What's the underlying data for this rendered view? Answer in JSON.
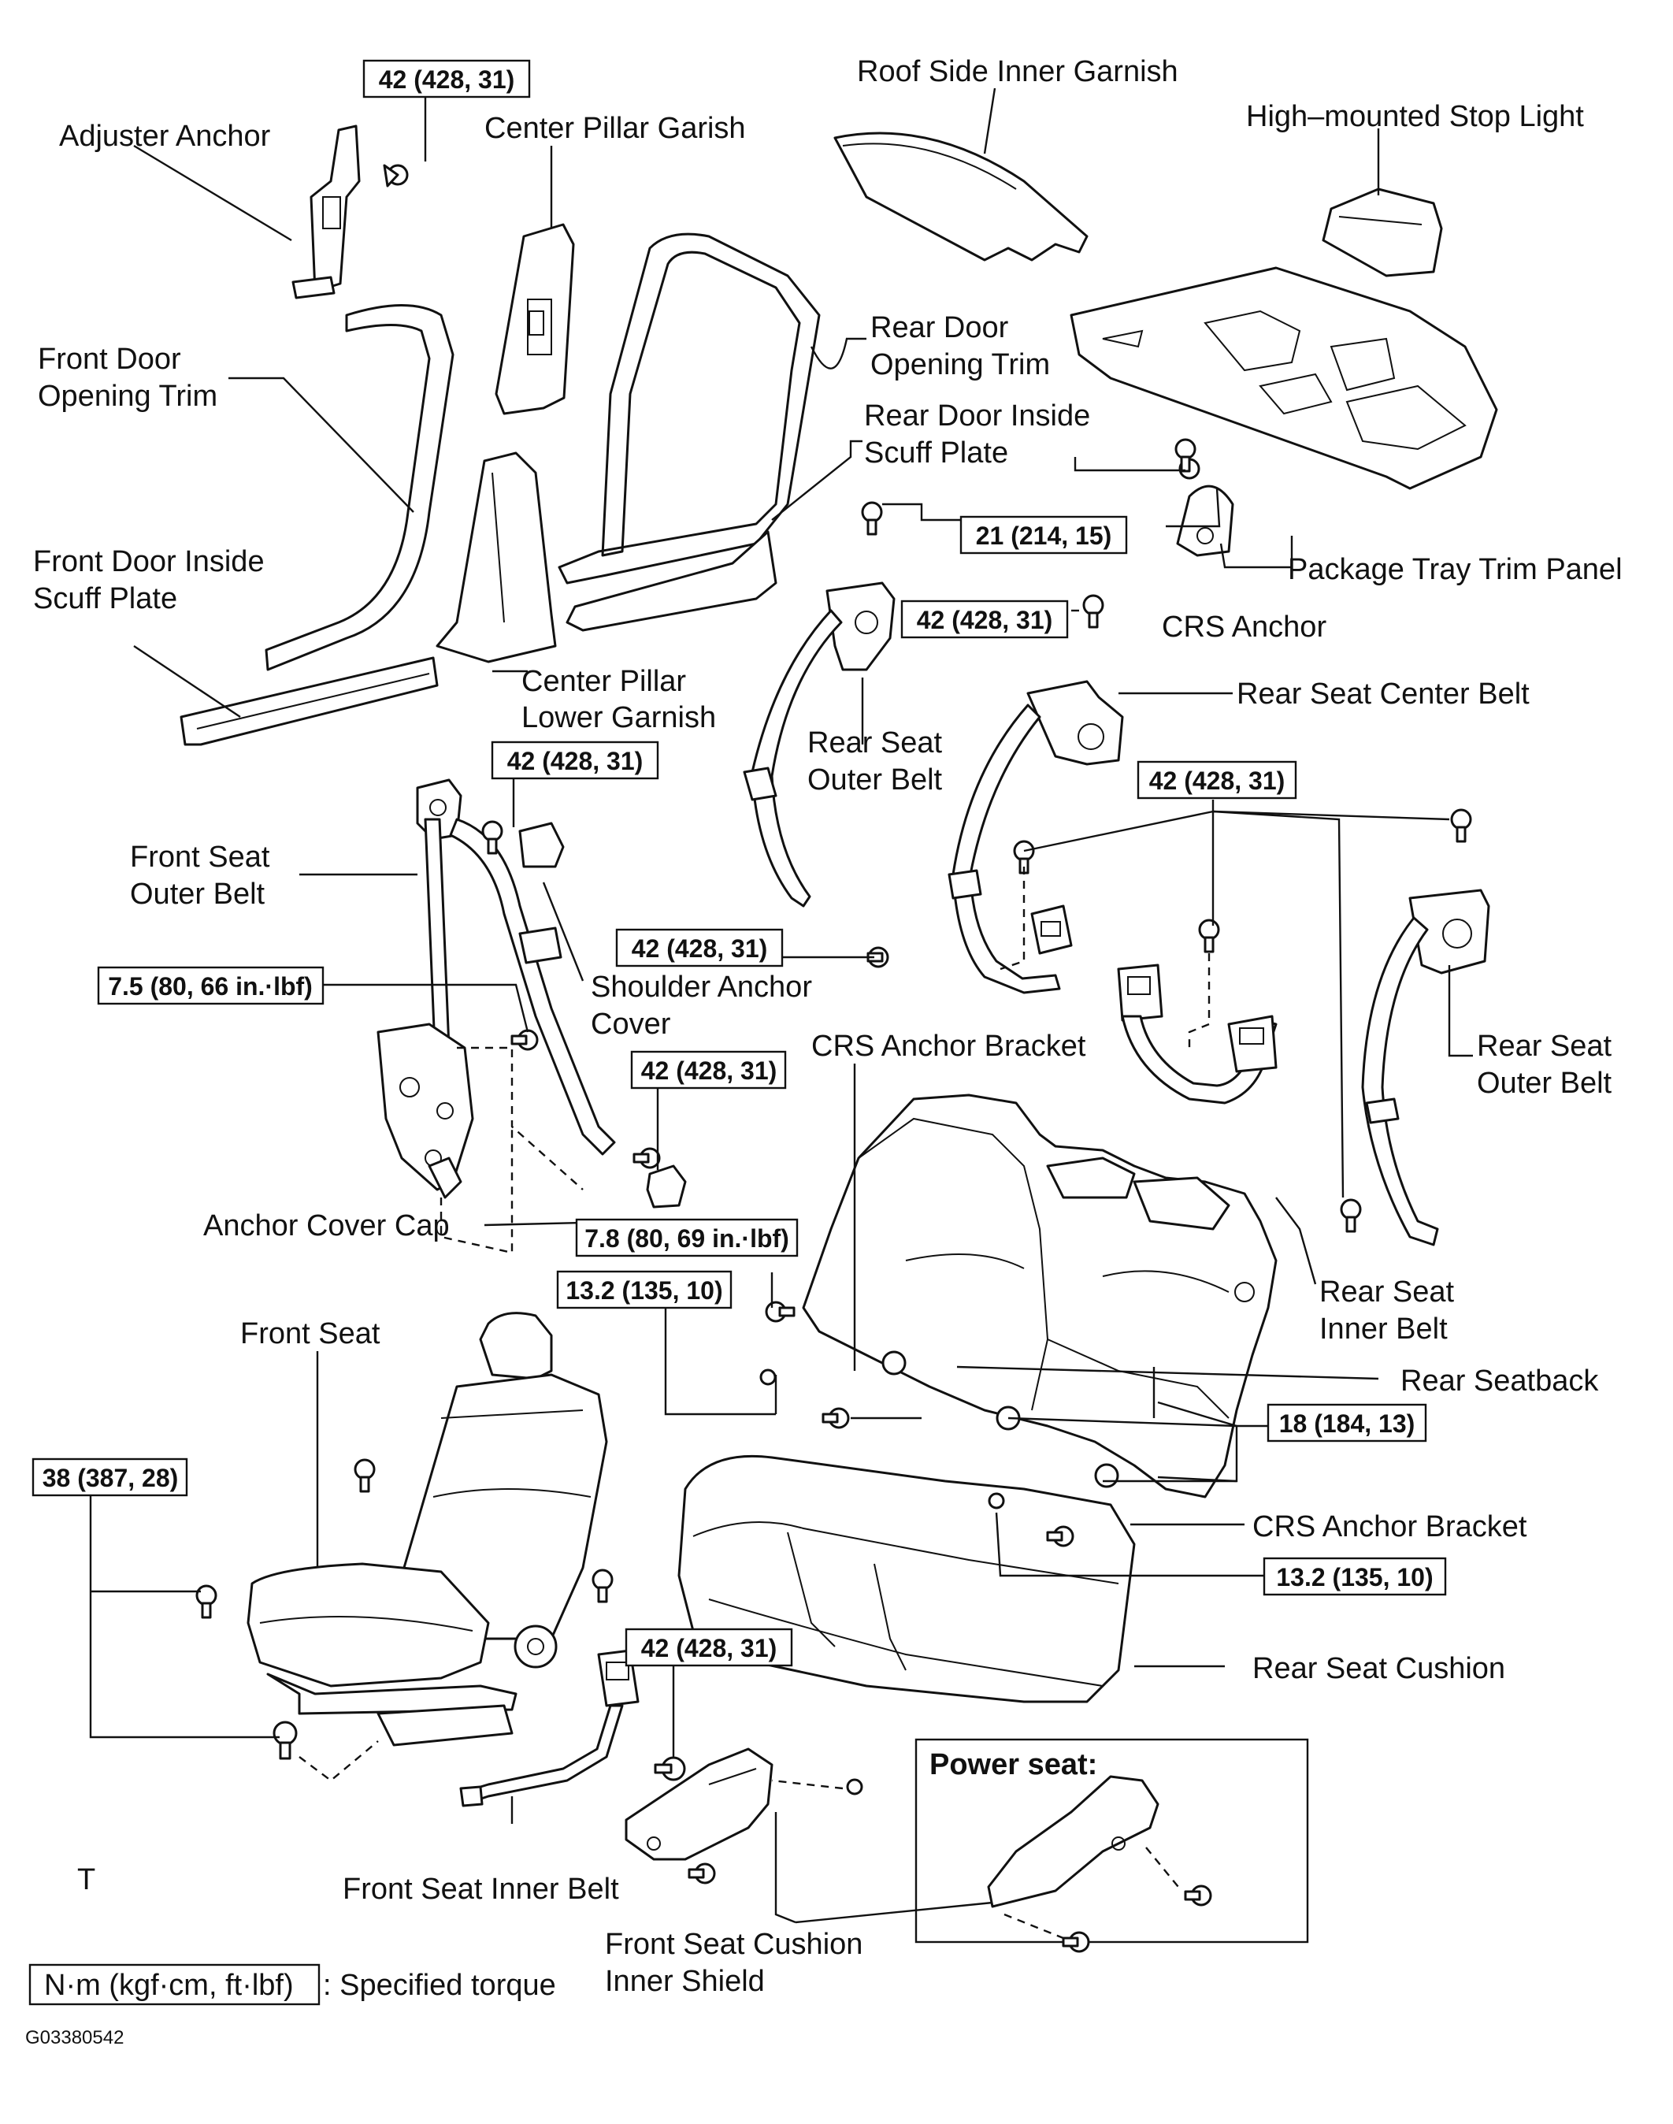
{
  "labels": {
    "adjuster_anchor": "Adjuster Anchor",
    "center_pillar_garish": "Center Pillar Garish",
    "roof_side_inner_garnish": "Roof Side Inner Garnish",
    "high_mounted_stop_light": "High–mounted Stop Light",
    "front_door_opening_trim": [
      "Front Door",
      "Opening Trim"
    ],
    "rear_door_opening_trim": [
      "Rear Door",
      "Opening Trim"
    ],
    "rear_door_inside_scuff_plate": [
      "Rear Door Inside",
      "Scuff Plate"
    ],
    "front_door_inside_scuff_plate": [
      "Front Door Inside",
      "Scuff Plate"
    ],
    "package_tray_trim_panel": "Package Tray Trim Panel",
    "crs_anchor": "CRS Anchor",
    "center_pillar_lower_garnish": [
      "Center Pillar",
      "Lower Garnish"
    ],
    "rear_seat_center_belt": "Rear Seat Center Belt",
    "rear_seat_outer_belt_left": [
      "Rear Seat",
      "Outer Belt"
    ],
    "front_seat_outer_belt": [
      "Front Seat",
      "Outer Belt"
    ],
    "shoulder_anchor_cover": [
      "Shoulder Anchor",
      "Cover"
    ],
    "crs_anchor_bracket_top": "CRS Anchor Bracket",
    "rear_seat_outer_belt_right": [
      "Rear Seat",
      "Outer Belt"
    ],
    "anchor_cover_cap": "Anchor Cover Cap",
    "rear_seat_inner_belt": [
      "Rear Seat",
      "Inner Belt"
    ],
    "front_seat": "Front Seat",
    "rear_seatback": "Rear Seatback",
    "crs_anchor_bracket_bottom": "CRS Anchor Bracket",
    "rear_seat_cushion": "Rear Seat Cushion",
    "front_seat_inner_belt": "Front Seat Inner Belt",
    "front_seat_cushion_inner_shield": [
      "Front Seat Cushion",
      "Inner Shield"
    ],
    "power_seat": "Power seat:",
    "t_mark": "T",
    "legend_box": "N·m (kgf·cm, ft·lbf)",
    "legend_text": ": Specified torque",
    "figure_code": "G03380542"
  },
  "torques": {
    "t_adjuster": "42 (428, 31)",
    "t_package": "21 (214, 15)",
    "t_rear_outer_top": "42 (428, 31)",
    "t_front_outer_top": "42 (428, 31)",
    "t_rear_right": "42 (428, 31)",
    "t_rear_outer_lower": "42 (428, 31)",
    "t_front_retractor": "7.5 (80, 66 in.·lbf)",
    "t_anchor_cover": "42 (428, 31)",
    "t_crs_upper": "7.8 (80, 69 in.·lbf)",
    "t_crs_bracket_left": "13.2 (135, 10)",
    "t_seatback": "18 (184, 13)",
    "t_front_seat": "38 (387, 28)",
    "t_crs_bracket_right": "13.2 (135, 10)",
    "t_front_inner": "42 (428, 31)"
  }
}
